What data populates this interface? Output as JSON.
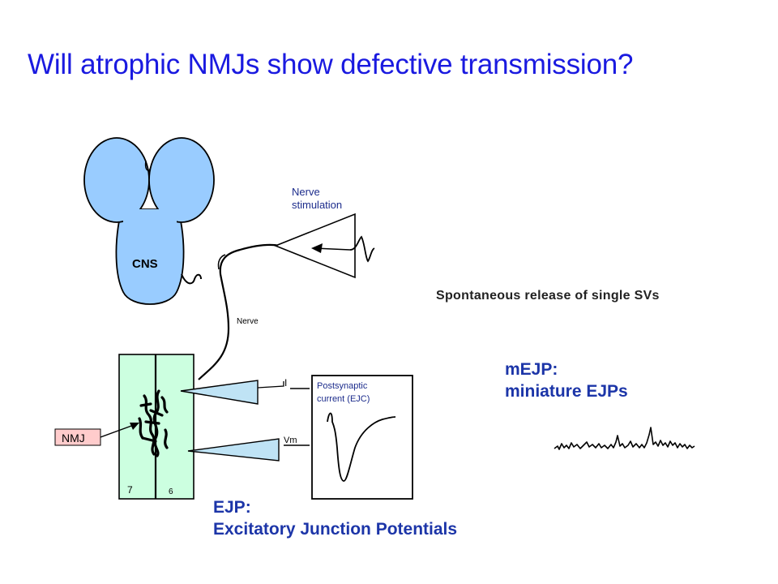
{
  "title": "Will atrophic NMJs show defective transmission?",
  "diagram": {
    "cns_label": "CNS",
    "nerve_stim_line1": "Nerve",
    "nerve_stim_line2": "stimulation",
    "nerve_label": "Nerve",
    "nmj_label": "NMJ",
    "muscle_7": "7",
    "muscle_6": "6",
    "electrode_current": "I",
    "electrode_voltage": "Vm",
    "trace_label_line1": "Postsynaptic",
    "trace_label_line2": "current (EJC)",
    "colors": {
      "cns_fill": "#99ccff",
      "muscle_fill": "#ccffe0",
      "nmj_box_fill": "#ffcccc",
      "electrode_fill": "#bfe3f5"
    }
  },
  "spontaneous_caption": "Spontaneous release of single SVs",
  "mejp": {
    "line1": "mEJP:",
    "line2": "miniature EJPs"
  },
  "ejp": {
    "line1": "EJP:",
    "line2": "Excitatory Junction Potentials"
  }
}
